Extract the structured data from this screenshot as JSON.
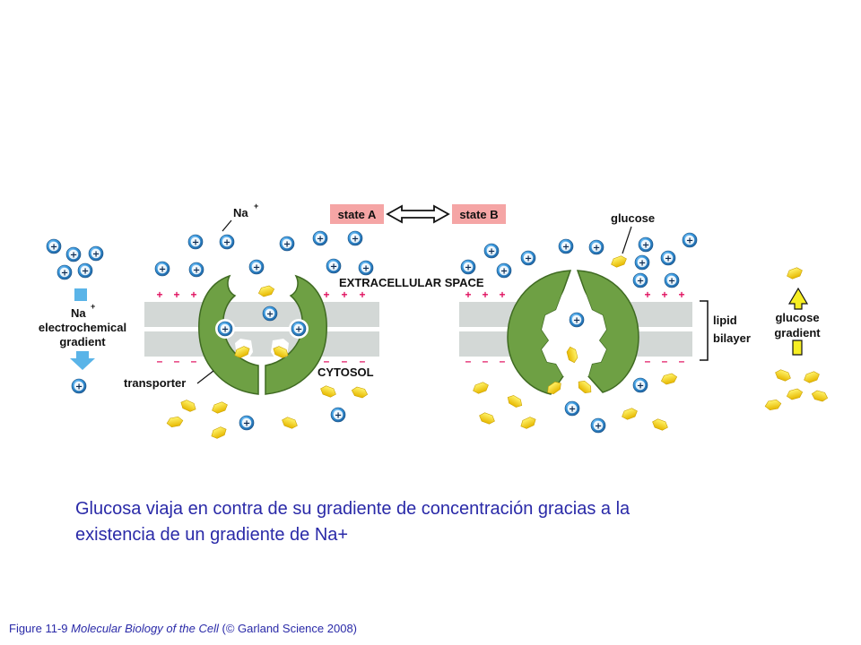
{
  "diagram": {
    "labels": {
      "na_top": "Na",
      "na_sup": "+",
      "state_a": "state A",
      "state_b": "state B",
      "glucose": "glucose",
      "extracellular": "EXTRACELLULAR SPACE",
      "cytosol": "CYTOSOL",
      "transporter": "transporter",
      "lipid": "lipid",
      "bilayer": "bilayer",
      "na_left": "Na",
      "na_left_sup": "+",
      "electrochemical": "electrochemical",
      "gradient_left": "gradient",
      "glucose_right": "glucose",
      "gradient_right": "gradient",
      "plus_sign": "+",
      "minus_sign": "–",
      "ion_sign": "+"
    },
    "colors": {
      "transporter": "#6ea044",
      "transporter_edge": "#3f6a22",
      "membrane": "#d3d8d6",
      "ion": "#2f8fd8",
      "glucose": "#f5d10d",
      "state_box": "#f5a5a5",
      "gradient_arrow_blue": "#5ab4e8",
      "gradient_arrow_yellow": "#f7ee23",
      "membrane_charge": "#e0115f"
    }
  },
  "caption": {
    "line1": "Glucosa viaja en contra de su gradiente de concentración gracias a la",
    "line2": "existencia de un gradiente de Na+"
  },
  "source": {
    "figure": "Figure 11-9",
    "book": "Molecular Biology of the Cell",
    "credit": "(© Garland Science 2008)"
  }
}
